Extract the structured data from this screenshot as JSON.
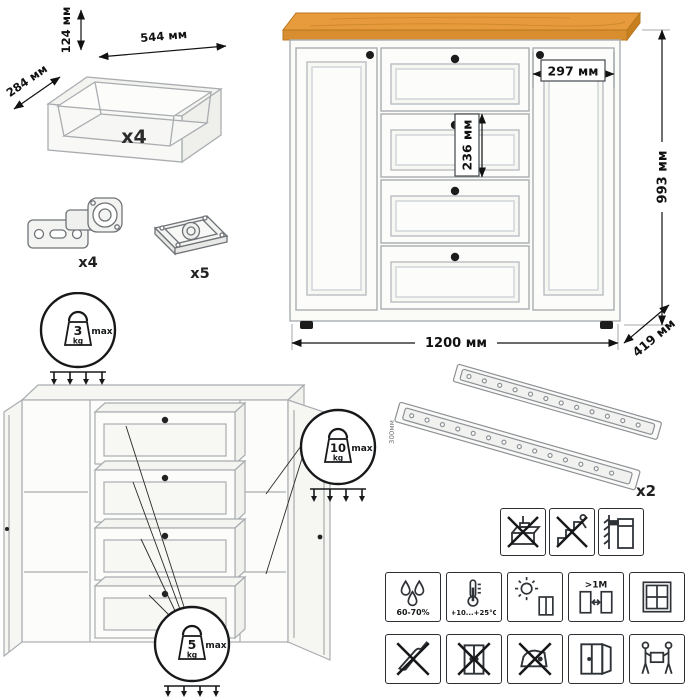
{
  "drawer_box": {
    "qty": "x4",
    "height": "124 мм",
    "width": "544 мм",
    "depth": "284 мм"
  },
  "hardware": {
    "hinge_qty": "x4",
    "foot_qty": "x5"
  },
  "cabinet_dims": {
    "height": "993 мм",
    "width": "1200 мм",
    "depth": "419 мм",
    "door_width": "297 мм",
    "drawer_front_height": "236 мм"
  },
  "load_limits": {
    "top": {
      "value": "3",
      "unit": "kg",
      "suffix": "max"
    },
    "shelf": {
      "value": "10",
      "unit": "kg",
      "suffix": "max"
    },
    "drawer": {
      "value": "5",
      "unit": "kg",
      "suffix": "max"
    }
  },
  "slides": {
    "qty": "x2",
    "length": "300мм"
  },
  "care": {
    "humidity": "60-70%",
    "temperature": "+10...+25°C",
    "clearance": ">1M"
  },
  "care_icons": {
    "row1": [
      "no-standing-on-drawer",
      "no-climbing",
      "wall-anchor"
    ],
    "row2": [
      "humidity",
      "temperature",
      "sunlight",
      "clearance",
      "ventilation"
    ],
    "row3": [
      "no-cutting",
      "no-leaning",
      "no-hot-objects",
      "door-care",
      "two-person-carry"
    ]
  },
  "colors": {
    "wood": "#E79B3C",
    "wood_edge": "#D88E2F",
    "outline": "#A9ADB0",
    "dimension": "#111111"
  }
}
